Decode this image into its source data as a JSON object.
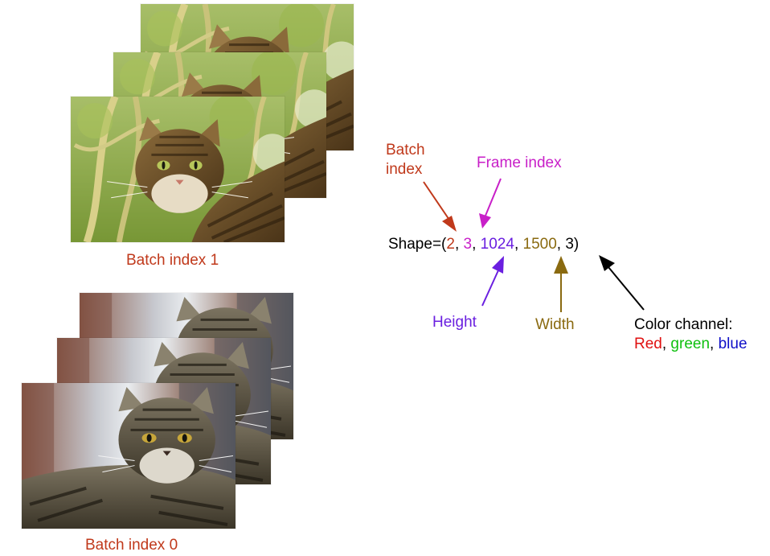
{
  "captions": {
    "batch1": "Batch index 1",
    "batch0": "Batch index 0"
  },
  "labels": {
    "batch_line1": "Batch",
    "batch_line2": "index",
    "frame_index": "Frame index",
    "height": "Height",
    "width": "Width",
    "color_channel": "Color channel:"
  },
  "shape": {
    "prefix": "Shape=(",
    "batch": "2",
    "frame": "3",
    "height": "1024",
    "width": "1500",
    "channel": "3",
    "sep": ", ",
    "suffix": ")"
  },
  "channels": {
    "red": "Red",
    "green": "green",
    "blue": "blue",
    "sep": ", "
  },
  "colors": {
    "batch": "#c0391b",
    "frame": "#c81fc8",
    "height": "#6a1fe0",
    "width": "#8a6a10",
    "channel": "#000000",
    "red": "#e01010",
    "green": "#10c010",
    "blue": "#1010c8",
    "caption": "#c0391b"
  },
  "images": {
    "batch1_frames": [
      "cat-in-tree-photo",
      "cat-in-tree-photo",
      "cat-in-tree-photo"
    ],
    "batch0_frames": [
      "tabby-cat-portrait-photo",
      "tabby-cat-portrait-photo",
      "tabby-cat-portrait-photo"
    ]
  }
}
